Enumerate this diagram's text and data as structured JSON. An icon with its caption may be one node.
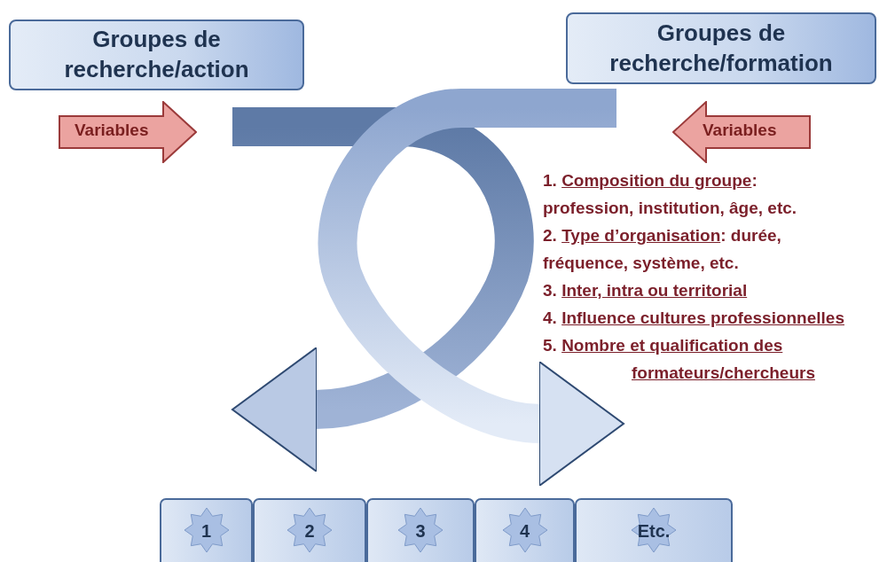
{
  "diagram": {
    "nodes": [
      {
        "text": [
          "Groupes de recherche/action"
        ]
      },
      {
        "text": [
          "Groupes de recherche/formation"
        ]
      },
      {
        "text": [
          "Variables"
        ]
      },
      {
        "text": [
          "Variables"
        ]
      },
      {
        "text": [
          "1"
        ]
      },
      {
        "text": [
          "2"
        ]
      },
      {
        "text": [
          "3"
        ]
      },
      {
        "text": [
          "4"
        ]
      },
      {
        "text": [
          "Etc."
        ]
      }
    ],
    "edges": [
      {
        "from": 0,
        "to": 4,
        "arrow": "to"
      },
      {
        "from": 1,
        "to": 7,
        "arrow": "to"
      }
    ],
    "labels": [
      "1. Composition du groupe: profession, institution, âge, etc.",
      "2. Type d’organisation: durée, fréquence, système, etc.",
      "3. Inter, intra ou territorial",
      "4. Influence cultures professionnelles",
      "5. Nombre et qualification des formateurs/chercheurs"
    ]
  }
}
